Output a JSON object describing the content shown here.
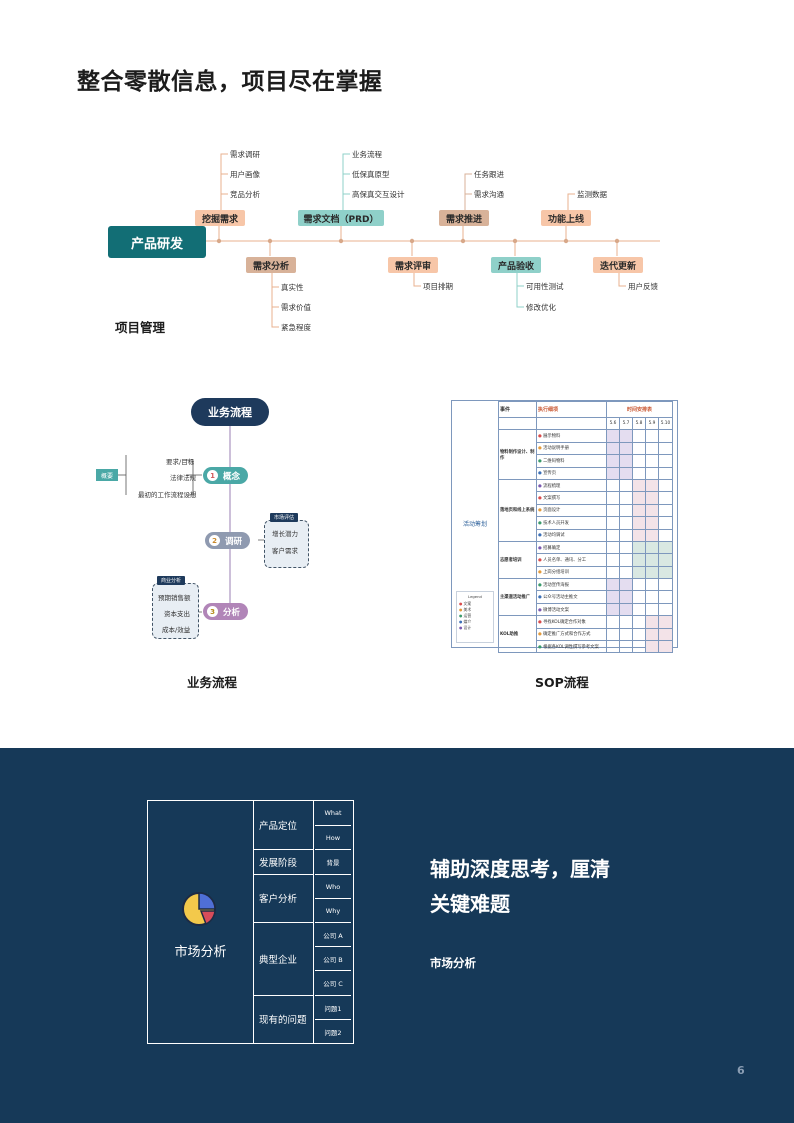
{
  "title": "整合零散信息，项目尽在掌握",
  "fishbone": {
    "root": "产品研发",
    "caption": "项目管理",
    "top_nodes": [
      {
        "label": "挖掘需求",
        "subs": [
          "需求调研",
          "用户画像",
          "竞品分析"
        ]
      },
      {
        "label": "需求文档（PRD）",
        "subs": [
          "业务流程",
          "低保真原型",
          "高保真交互设计"
        ]
      },
      {
        "label": "需求推进",
        "subs": [
          "任务跟进",
          "需求沟通"
        ]
      },
      {
        "label": "功能上线",
        "subs": [
          "监测数据"
        ]
      }
    ],
    "bottom_nodes": [
      {
        "label": "需求分析",
        "subs": [
          "真实性",
          "需求价值",
          "紧急程度"
        ]
      },
      {
        "label": "需求评审",
        "subs": [
          "项目排期"
        ]
      },
      {
        "label": "产品验收",
        "subs": [
          "可用性测试",
          "修改优化"
        ]
      },
      {
        "label": "迭代更新",
        "subs": [
          "用户反馈"
        ]
      }
    ],
    "colors": {
      "root": "#126e75",
      "orange": "#f7c6a8",
      "teal": "#8fd0c9",
      "brown": "#d8b299",
      "line": "#e8b28f"
    }
  },
  "mindmap": {
    "root": "业务流程",
    "caption": "业务流程",
    "node1": {
      "num": "1",
      "label": "概念",
      "subs": [
        "要求/目标",
        "法律法规",
        "最初的工作流程设想"
      ],
      "side_label": "概要"
    },
    "node2": {
      "num": "2",
      "label": "调研",
      "box_tag": "市场评估",
      "box_items": [
        "增长潜力",
        "客户需求"
      ]
    },
    "node3": {
      "num": "3",
      "label": "分析",
      "box_tag": "商业分析",
      "box_items": [
        "预期销售额",
        "资本支出",
        "成本/效益"
      ]
    }
  },
  "sop": {
    "caption": "SOP流程",
    "left_label": "活动筹划",
    "headers": [
      "事件",
      "执行细项",
      "时间安排表"
    ],
    "dates": [
      "5.6",
      "5.7",
      "5.8",
      "5.9",
      "5.10"
    ],
    "groups": [
      {
        "event": "物料制作设计、制作",
        "items": [
          "展示物料",
          "活动说明手册",
          "二维码物料",
          "宣传页"
        ]
      },
      {
        "event": "落地页和线上系统",
        "items": [
          "流程梳理",
          "文案撰写",
          "页面设计",
          "技术人员开发",
          "活动均调试"
        ]
      },
      {
        "event": "志愿者培训",
        "items": [
          "招募确定",
          "人员名单、通讯、分工",
          "上岗分组培训"
        ]
      },
      {
        "event": "主渠道活动推广",
        "items": [
          "活动宣传海报",
          "公众号活动主推文",
          "微博活动文案"
        ]
      },
      {
        "event": "KOL助推",
        "items": [
          "寻找KOL确定合作对象",
          "确定推广方式和合作方式",
          "根据各KOL调性撰写参考文案"
        ]
      }
    ],
    "legend_title": "Legend",
    "legend": [
      "文案",
      "美术",
      "运营",
      "媒介",
      "设计"
    ]
  },
  "market": {
    "center": "市场分析",
    "rows": [
      {
        "label": "产品定位",
        "items": [
          "What",
          "How"
        ]
      },
      {
        "label": "发展阶段",
        "items": [
          "背景"
        ]
      },
      {
        "label": "客户分析",
        "items": [
          "Who",
          "Why"
        ]
      },
      {
        "label": "典型企业",
        "items": [
          "公司 A",
          "公司 B",
          "公司 C"
        ]
      },
      {
        "label": "现有的问题",
        "items": [
          "问题1",
          "问题2"
        ]
      }
    ],
    "headline_line1": "辅助深度思考，厘清",
    "headline_line2": "关键难题",
    "caption": "市场分析"
  },
  "page_number": "6"
}
